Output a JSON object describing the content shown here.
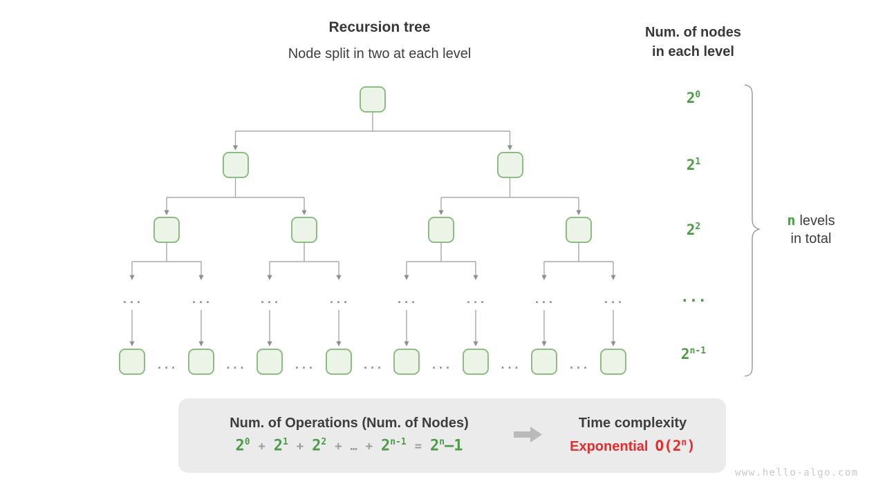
{
  "titles": {
    "main": "Recursion tree",
    "subtitle": "Node split in two at each level",
    "right_line1": "Num. of nodes",
    "right_line2": "in each level"
  },
  "tree": {
    "ellipsis": "...",
    "node_counts_per_drawn_level": [
      1,
      2,
      4,
      8
    ],
    "level_labels": [
      {
        "base": "2",
        "sup": "0"
      },
      {
        "base": "2",
        "sup": "1"
      },
      {
        "base": "2",
        "sup": "2"
      },
      {
        "base": "...",
        "sup": ""
      },
      {
        "base": "2",
        "sup": "n-1"
      }
    ]
  },
  "brace_note": {
    "highlight": "n",
    "line1_rest": "levels",
    "line2": "in total"
  },
  "panel": {
    "operations_title": "Num. of Operations (Num. of Nodes)",
    "formula_tokens": [
      {
        "text": "2",
        "sup": "0",
        "color": "green"
      },
      {
        "text": "+",
        "color": "gray"
      },
      {
        "text": "2",
        "sup": "1",
        "color": "green"
      },
      {
        "text": "+",
        "color": "gray"
      },
      {
        "text": "2",
        "sup": "2",
        "color": "green"
      },
      {
        "text": "+",
        "color": "gray"
      },
      {
        "text": "…",
        "color": "gray"
      },
      {
        "text": "+",
        "color": "gray"
      },
      {
        "text": "2",
        "sup": "n-1",
        "color": "green"
      },
      {
        "text": "=",
        "color": "gray"
      },
      {
        "text": "2",
        "sup": "n",
        "tail": "–1",
        "color": "green"
      }
    ],
    "time_title": "Time complexity",
    "complexity_word": "Exponential",
    "complexity_o": {
      "text": "O(2",
      "sup": "n",
      "close": ")"
    }
  },
  "watermark": "www.hello-algo.com",
  "colors": {
    "green_text": "#4e9b4a",
    "node_border": "#8dbc83",
    "node_fill": "#ebf4e7",
    "line_gray": "#a8a8a8",
    "red": "#e62c2c",
    "panel_bg": "#ebebeb"
  }
}
